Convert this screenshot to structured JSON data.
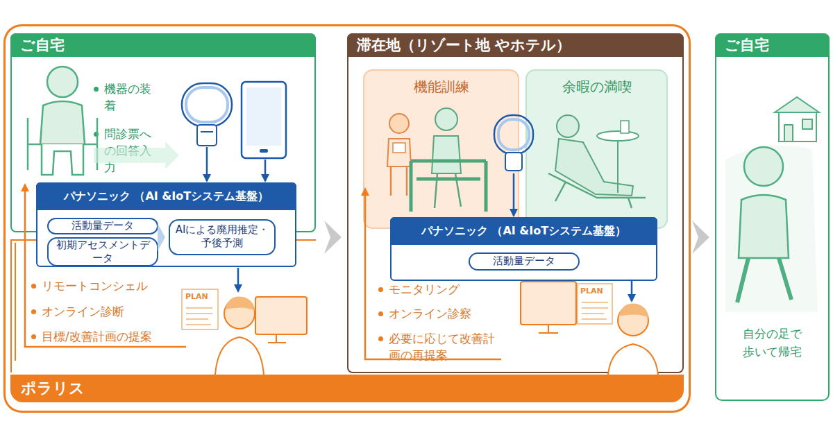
{
  "diagram": {
    "nodes": [
      {
        "text": [
          "ポラリス"
        ]
      },
      {
        "text": [
          "ご自宅",
          "機器の装着",
          "問診票への回答入力"
        ],
        "in": 0
      },
      {
        "text": [
          "パナソニック （AI &IoTシステム基盤）"
        ],
        "in": 0
      },
      {
        "text": [
          "活動量データ"
        ],
        "in": 2
      },
      {
        "text": [
          "初期アセスメントデータ"
        ],
        "in": 2
      },
      {
        "text": [
          "AIによる廃用推定・予後予測"
        ],
        "in": 2
      },
      {
        "text": [
          "リモートコンシェル",
          "オンライン診断",
          "目標/改善計画の提案"
        ],
        "in": 0
      },
      {
        "text": [
          "滞在地（リゾート地 やホテル）",
          "モニタリング",
          "オンライン診察",
          "必要に応じて改善計画の再提案"
        ],
        "in": 0
      },
      {
        "text": [
          "機能訓練"
        ],
        "in": 7
      },
      {
        "text": [
          "余暇の満喫"
        ],
        "in": 7
      },
      {
        "text": [
          "パナソニック （AI &IoTシステム基盤）"
        ],
        "in": 7
      },
      {
        "text": [
          "活動量データ"
        ],
        "in": 10
      },
      {
        "text": [
          "ご自宅",
          "自分の足で 歩いて帰宅"
        ]
      }
    ],
    "edges": [
      {
        "from": 1,
        "to": 7,
        "arrow": "to"
      },
      {
        "from": 7,
        "to": 12,
        "arrow": "to"
      }
    ],
    "labels": [
      "PLAN",
      "PLAN"
    ]
  }
}
